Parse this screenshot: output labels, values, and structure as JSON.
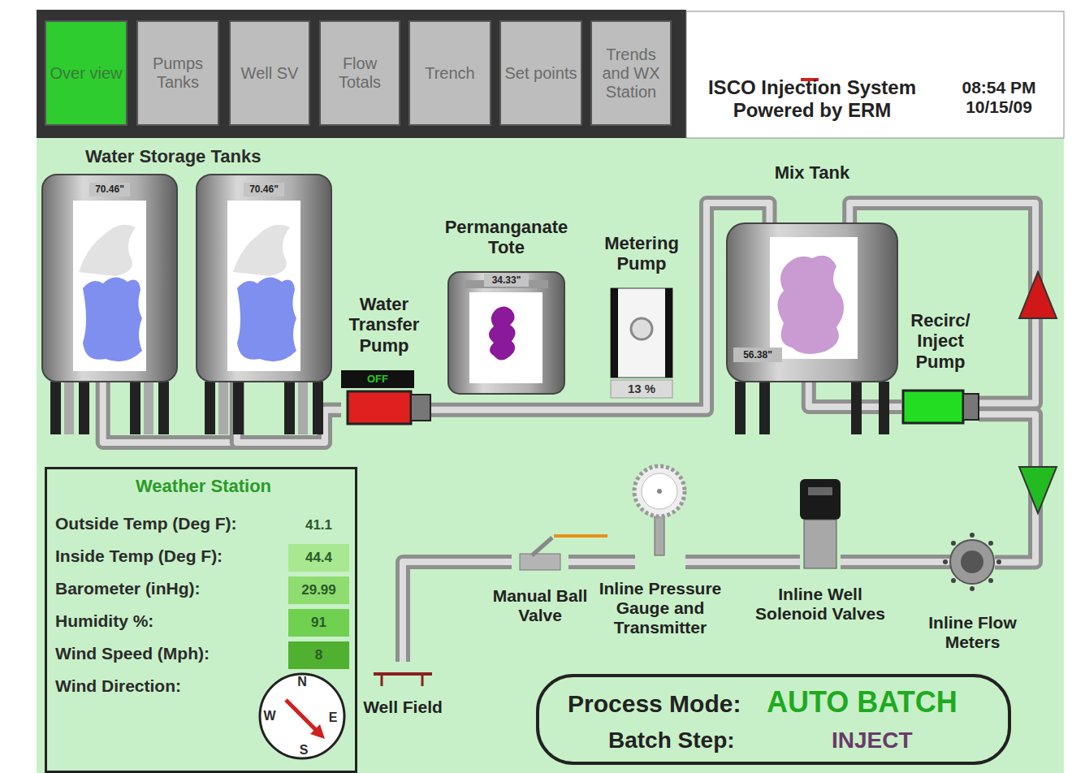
{
  "diagram": {
    "nodes": [
      {
        "text": [
          "Over view"
        ]
      },
      {
        "text": [
          "Pumps Tanks"
        ]
      },
      {
        "text": [
          "Well SV"
        ]
      },
      {
        "text": [
          "Flow Totals"
        ]
      },
      {
        "text": [
          "Trench"
        ]
      },
      {
        "text": [
          "Set points"
        ]
      },
      {
        "text": [
          "Trends and WX Station"
        ]
      },
      {
        "text": [
          "ISCO Injection System Powered by ERM",
          "08:54 PM 10/15/09"
        ]
      },
      {
        "text": [
          "70.46\""
        ]
      },
      {
        "text": [
          "70.46\""
        ]
      },
      {
        "text": [
          "Water Transfer Pump",
          "OFF"
        ]
      },
      {
        "text": [
          "Permanganate Tote",
          "34.33\""
        ]
      },
      {
        "text": [
          "Metering Pump",
          "13 %"
        ]
      },
      {
        "text": [
          "Mix Tank",
          "56.38\""
        ]
      },
      {
        "text": [
          "Recirc/ Inject Pump"
        ]
      },
      {
        "text": [
          "Inline Flow Meters"
        ]
      },
      {
        "text": [
          "Inline Well Solenoid Valves"
        ]
      },
      {
        "text": [
          "Inline Pressure Gauge and Transmitter"
        ]
      },
      {
        "text": [
          "Manual Ball Valve"
        ]
      },
      {
        "text": [
          "Well Field"
        ]
      },
      {
        "text": [
          "Weather Station"
        ]
      },
      {
        "text": [
          "Process Mode:",
          "AUTO BATCH",
          "Batch Step:",
          "INJECT"
        ]
      }
    ],
    "edges": [
      {
        "from": 8,
        "to": 10,
        "arrow": "none"
      },
      {
        "from": 9,
        "to": 10,
        "arrow": "none"
      },
      {
        "from": 10,
        "to": 13,
        "arrow": "none"
      },
      {
        "from": 13,
        "to": 14,
        "arrow": "none"
      },
      {
        "from": 14,
        "to": 13,
        "arrow": "none"
      },
      {
        "from": 14,
        "to": 15,
        "arrow": "none"
      },
      {
        "from": 15,
        "to": 16,
        "arrow": "none"
      },
      {
        "from": 16,
        "to": 17,
        "arrow": "none"
      },
      {
        "from": 17,
        "to": 18,
        "arrow": "none"
      },
      {
        "from": 18,
        "to": 19,
        "arrow": "none"
      }
    ],
    "labels": [
      "Water Storage Tanks",
      "Outside Temp (Deg F):",
      "41.1",
      "Inside Temp (Deg F):",
      "44.4",
      "Barometer (inHg):",
      "29.99",
      "Humidity %:",
      "91",
      "Wind Speed (Mph):",
      "8",
      "Wind Direction:",
      "N",
      "W",
      "E",
      "S"
    ]
  }
}
